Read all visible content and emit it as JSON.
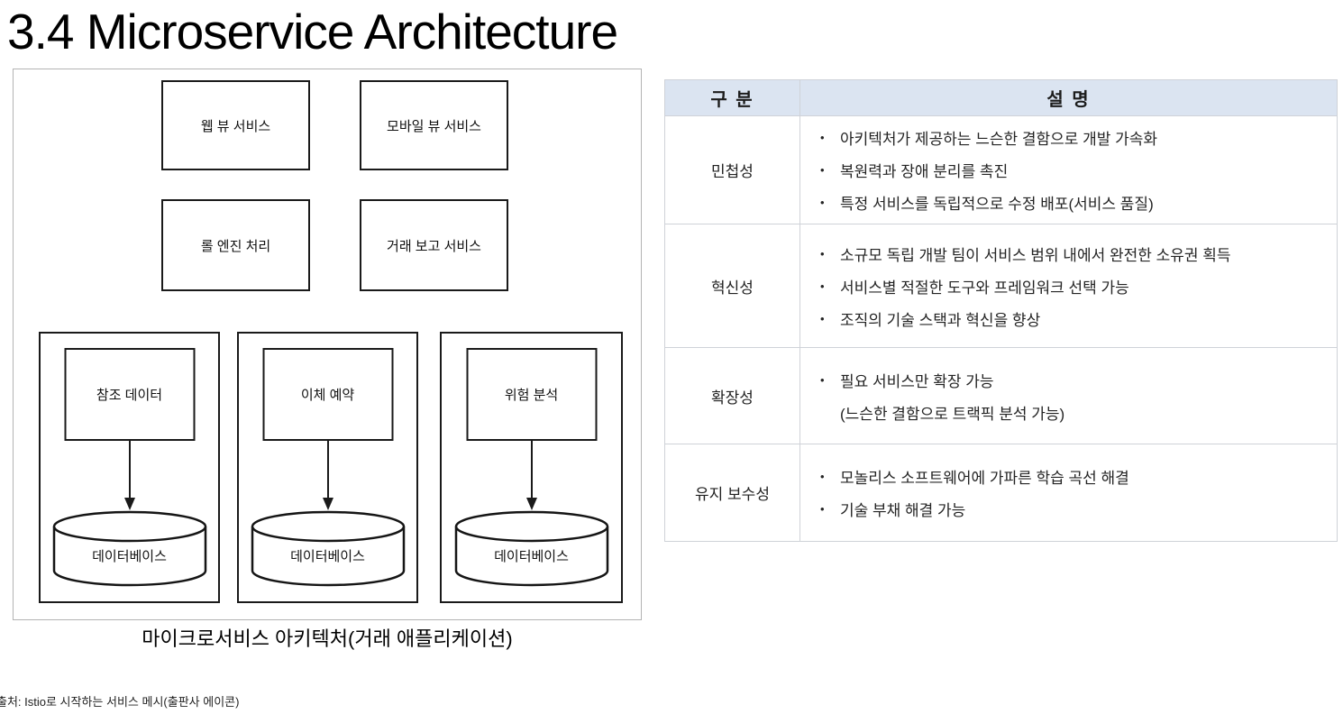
{
  "page": {
    "title": "3.4 Microservice Architecture",
    "source_note": "출처: Istio로 시작하는 서비스 메시(출판사 에이콘)"
  },
  "diagram": {
    "caption": "마이크로서비스 아키텍처(거래 애플리케이션)",
    "service_boxes": {
      "web_view": "웹 뷰 서비스",
      "mobile_view": "모바일 뷰 서비스",
      "rule_engine": "롤 엔진 처리",
      "trade_report": "거래 보고 서비스"
    },
    "groups": [
      {
        "service": "참조 데이터",
        "database": "데이터베이스"
      },
      {
        "service": "이체 예약",
        "database": "데이터베이스"
      },
      {
        "service": "위험 분석",
        "database": "데이터베이스"
      }
    ]
  },
  "table": {
    "bullet_char": "•",
    "header_bg": "#dbe4f1",
    "headers": {
      "category": "구 분",
      "description": "설 명"
    },
    "rows": [
      {
        "category": "민첩성",
        "bullets": [
          "아키텍처가 제공하는 느슨한 결함으로 개발 가속화",
          "복원력과 장애 분리를 촉진",
          "특정 서비스를 독립적으로 수정 배포(서비스 품질)"
        ]
      },
      {
        "category": "혁신성",
        "bullets": [
          "소규모 독립 개발 팀이 서비스 범위 내에서 완전한 소유권 획득",
          "서비스별 적절한 도구와 프레임워크 선택 가능",
          "조직의 기술 스택과 혁신을 향상"
        ]
      },
      {
        "category": "확장성",
        "bullets": [
          "필요 서비스만 확장 가능"
        ],
        "continuation": "(느슨한 결함으로 트랙픽 분석 가능)"
      },
      {
        "category": "유지 보수성",
        "bullets": [
          "모놀리스 소프트웨어에 가파른 학습 곡선 해결",
          "기술 부채 해결 가능"
        ]
      }
    ]
  }
}
